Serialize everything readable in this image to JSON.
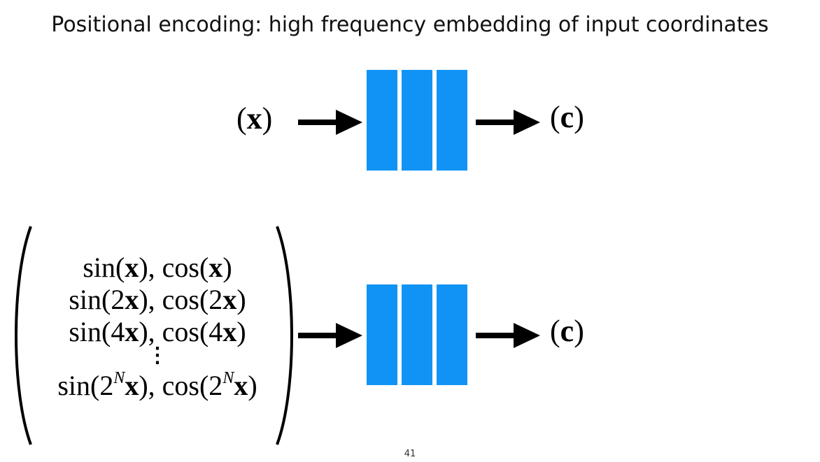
{
  "title": "Positional encoding: high frequency embedding of input coordinates",
  "top_diagram": {
    "input": "(x)",
    "output": "(c)"
  },
  "bottom_diagram": {
    "output": "(c)",
    "vector_rows": [
      {
        "fn1": "sin",
        "arg": "x",
        "coef": "",
        "fn2": "cos"
      },
      {
        "fn1": "sin",
        "arg": "x",
        "coef": "2",
        "fn2": "cos"
      },
      {
        "fn1": "sin",
        "arg": "x",
        "coef": "4",
        "fn2": "cos"
      },
      {
        "fn1": "sin",
        "arg": "x",
        "coef": "2",
        "exp": "N",
        "fn2": "cos"
      }
    ]
  },
  "slide_number": "41",
  "colors": {
    "network_layer": "#1193f5",
    "arrow": "#000000"
  }
}
